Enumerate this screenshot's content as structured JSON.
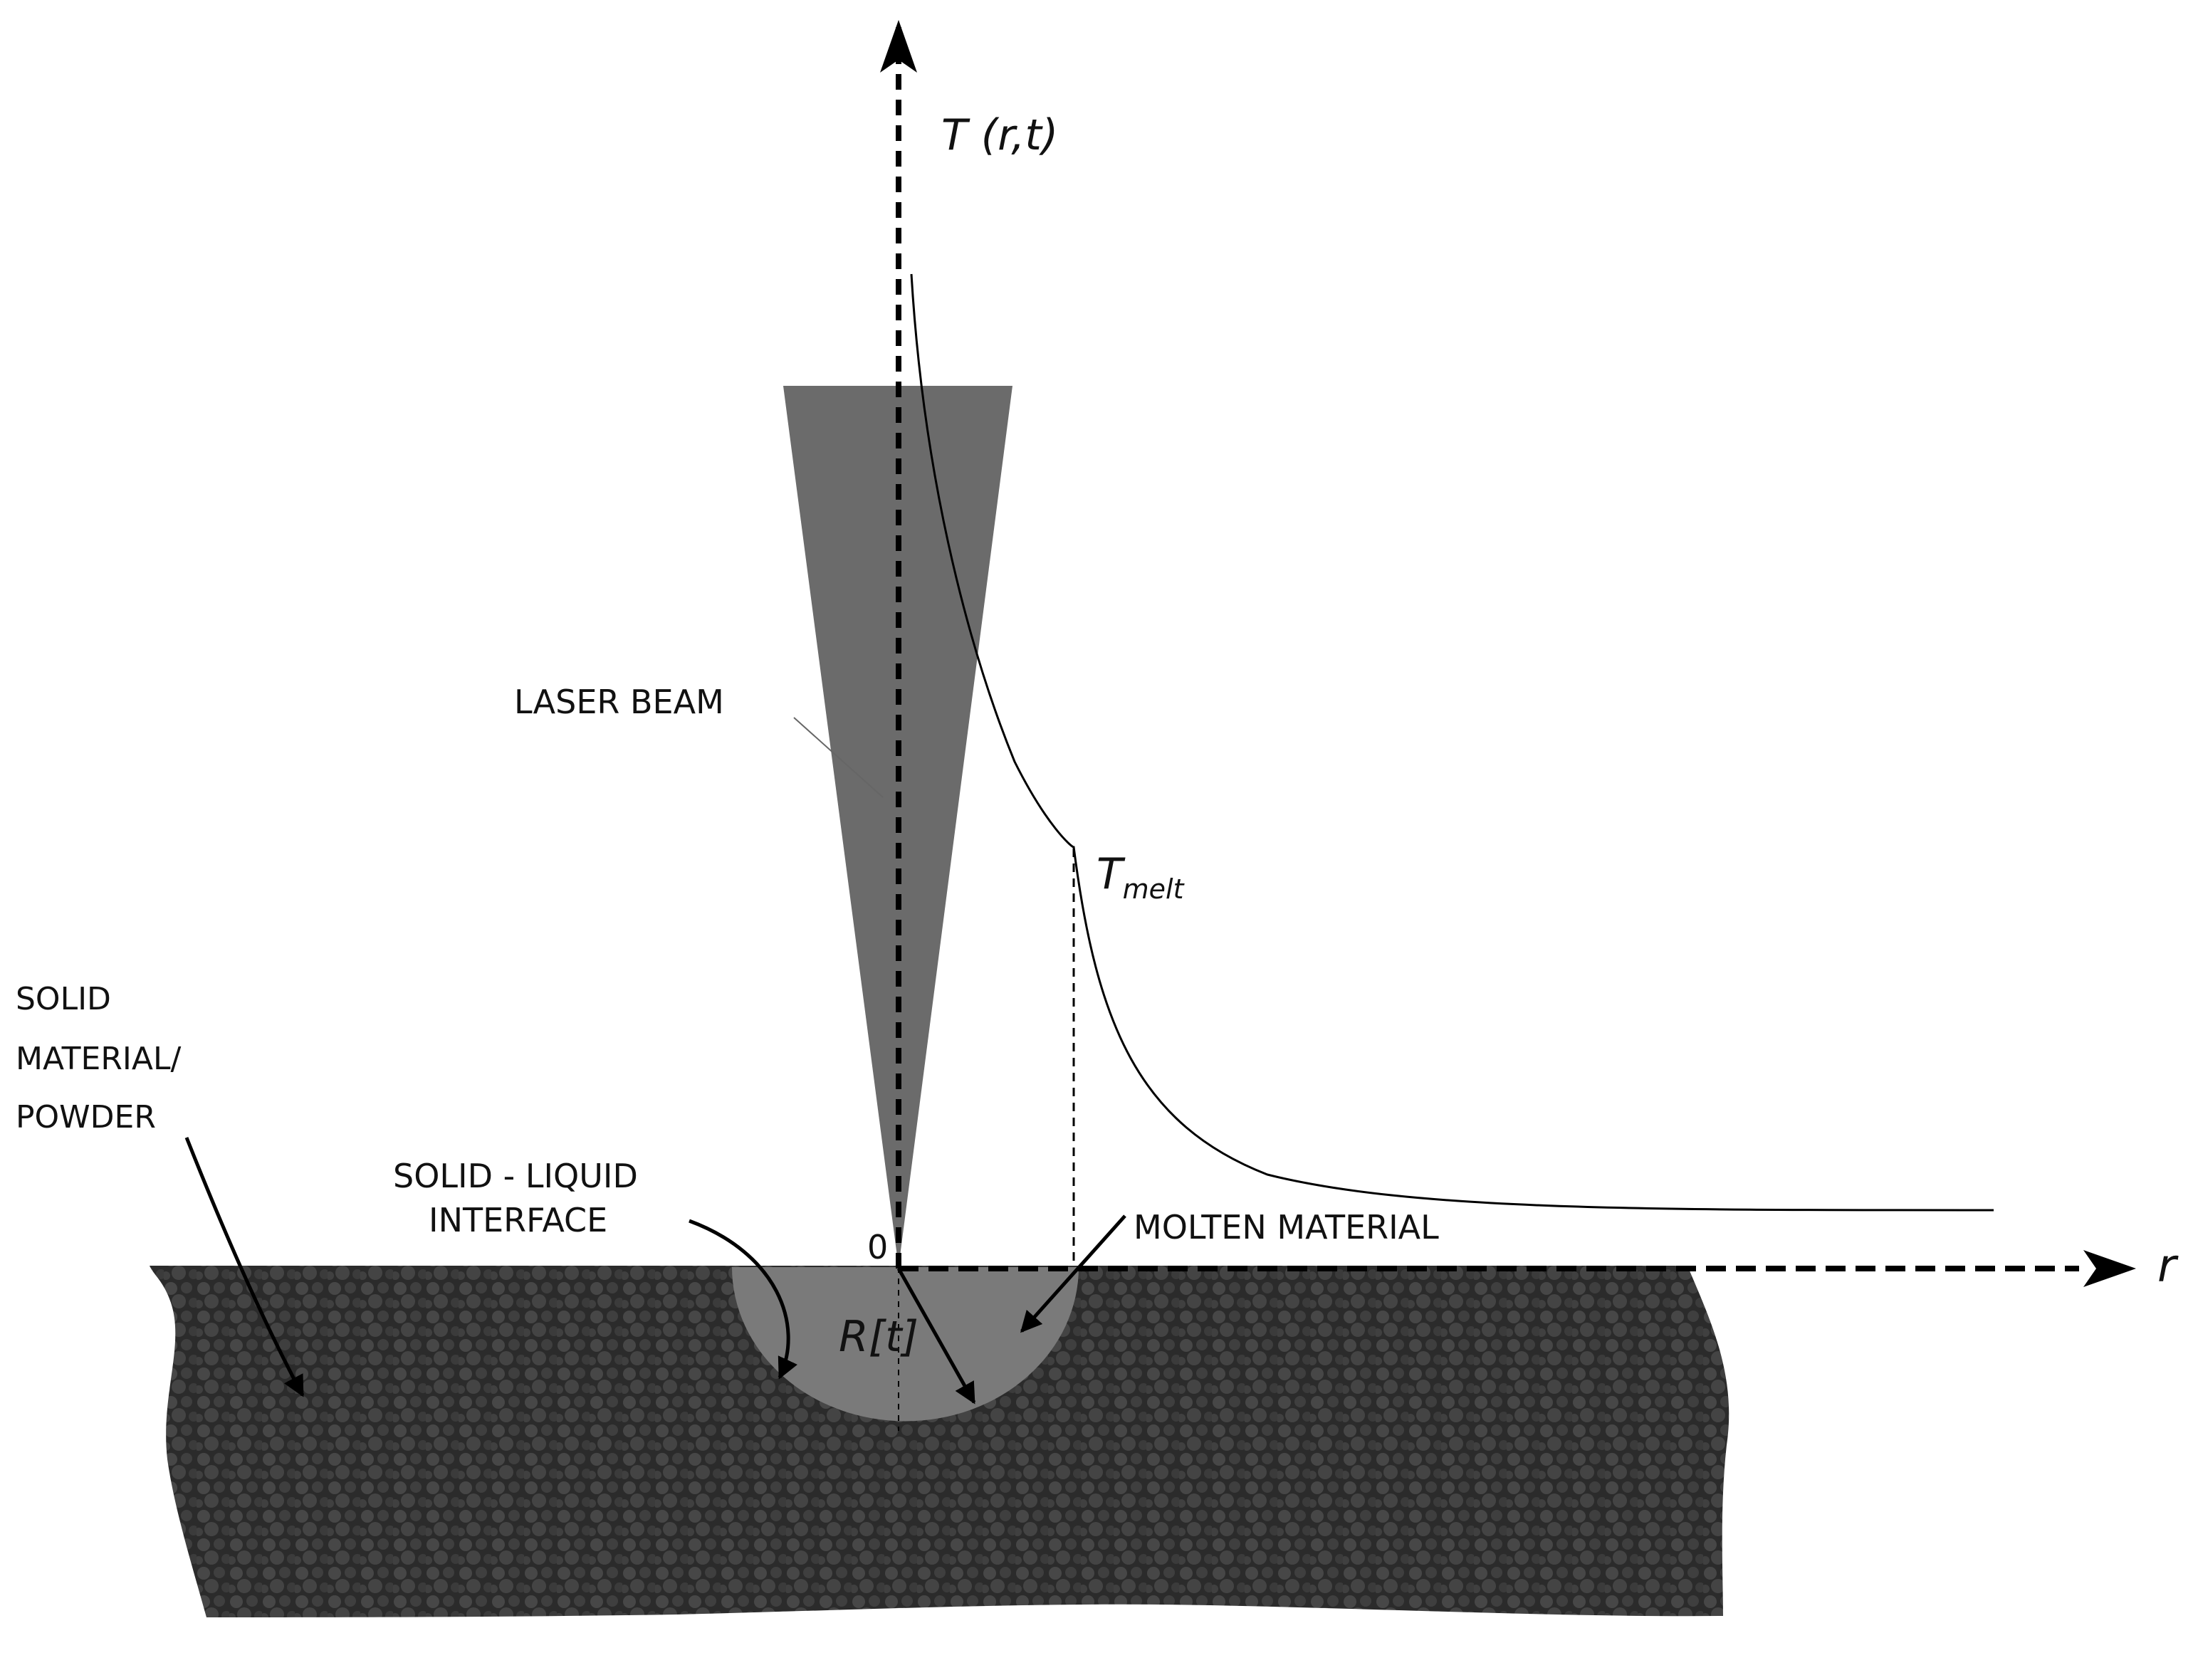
{
  "labels": {
    "y_axis": "T (r,t)",
    "x_axis": "r",
    "origin": "0",
    "laser_beam": "LASER BEAM",
    "t_melt_main": "T",
    "t_melt_sub": "melt",
    "radius_main": "R[",
    "radius_var": "t",
    "radius_close": "]",
    "solid_line1": "SOLID",
    "solid_line2": "MATERIAL/",
    "solid_line3": "POWDER",
    "interface_line1": "SOLID - LIQUID",
    "interface_line2": "INTERFACE",
    "molten": "MOLTEN MATERIAL"
  },
  "colors": {
    "substrate": "#2b2b2b",
    "particle": "#474747",
    "beam": "#6b6b6b",
    "melt_pool": "#7a7a7a",
    "line": "#000000"
  }
}
